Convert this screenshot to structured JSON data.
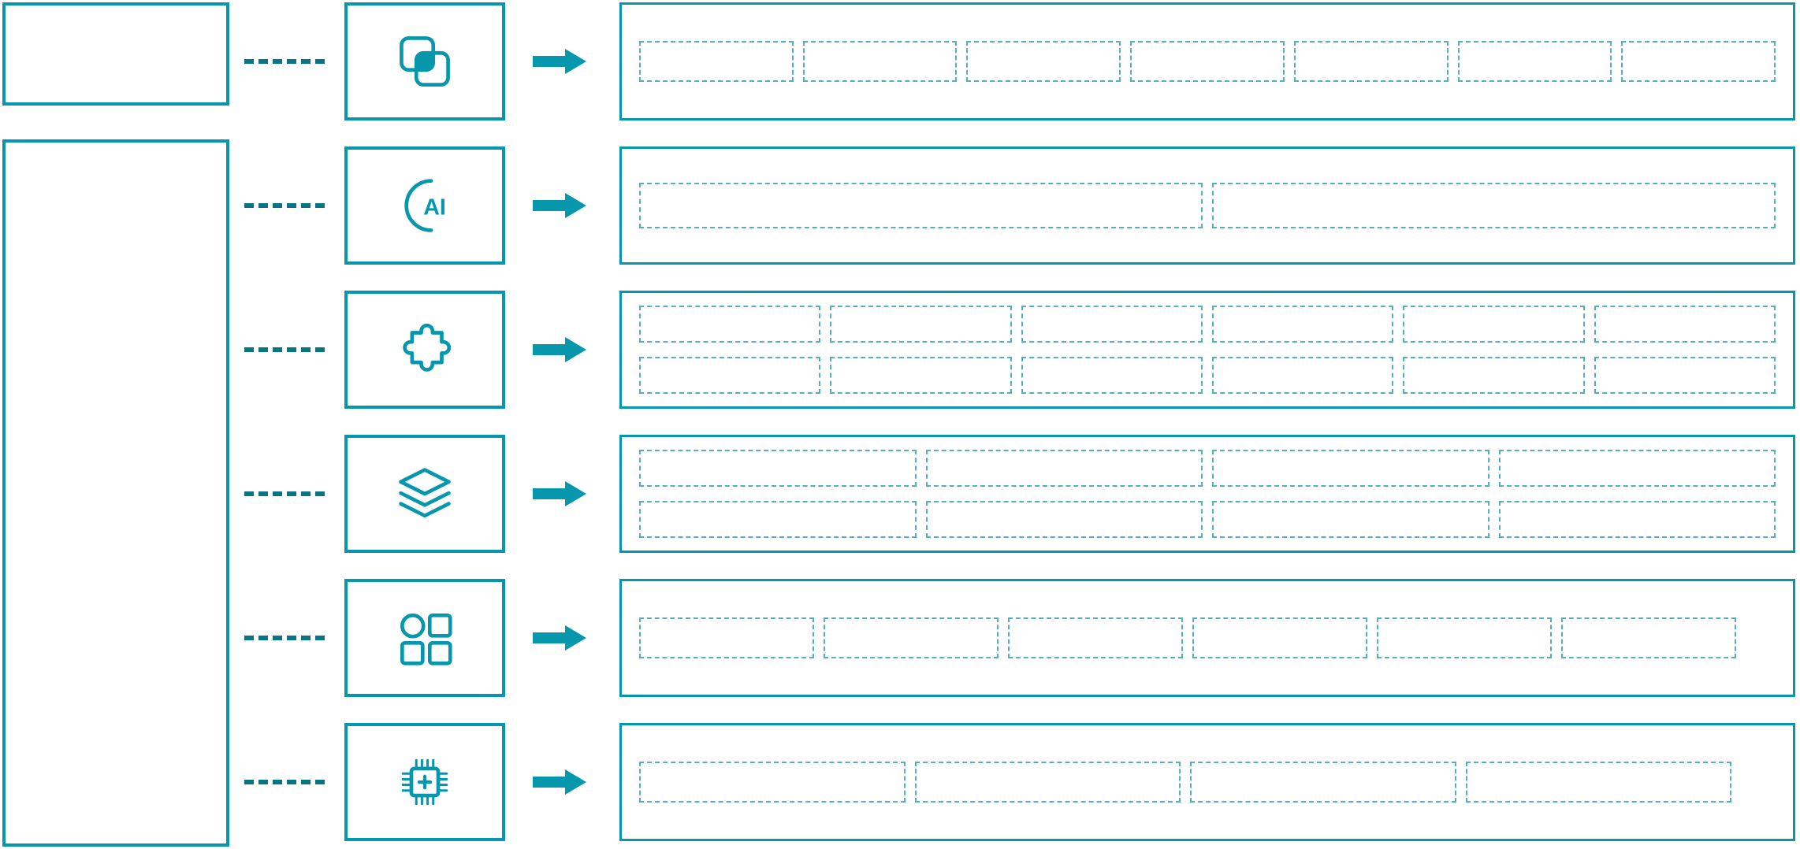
{
  "colors": {
    "accent": "#0697ac",
    "accent_dark": "#0a7487",
    "placeholder_border": "#54afc0",
    "background": "#ffffff"
  },
  "left_panel": {
    "top_box_text": "",
    "side_box_text": ""
  },
  "rows": [
    {
      "icon": "overlapping-squares-icon",
      "icon_text": "",
      "placeholders": 7,
      "grid_rows": 1
    },
    {
      "icon": "ai-head-icon",
      "icon_text": "AI",
      "placeholders": 2,
      "grid_rows": 1
    },
    {
      "icon": "puzzle-piece-icon",
      "icon_text": "",
      "placeholders": 12,
      "grid_rows": 2
    },
    {
      "icon": "layers-icon",
      "icon_text": "",
      "placeholders": 8,
      "grid_rows": 2
    },
    {
      "icon": "app-grid-icon",
      "icon_text": "",
      "placeholders": 6,
      "grid_rows": 1
    },
    {
      "icon": "chip-plus-icon",
      "icon_text": "",
      "placeholders": 4,
      "grid_rows": 1
    }
  ]
}
